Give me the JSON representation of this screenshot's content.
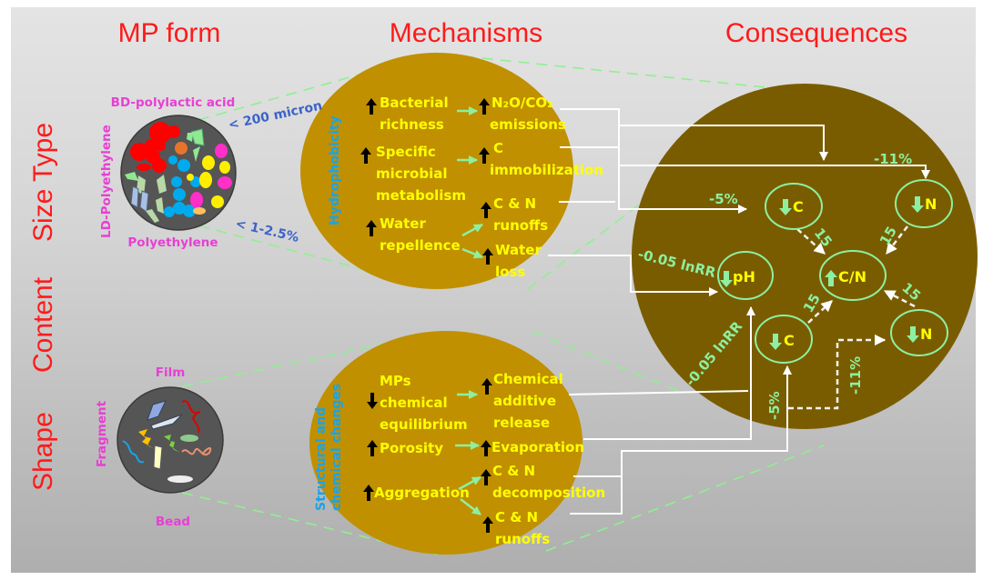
{
  "headers": {
    "mp_form": "MP form",
    "mechanisms": "Mechanisms",
    "consequences": "Consequences"
  },
  "side_labels": {
    "size": "Size",
    "type": "Type",
    "content": "Content",
    "shape": "Shape"
  },
  "mp_type_labels": {
    "bd_pla": "BD-polylactic acid",
    "ld_pe": "LD-Polyethylene",
    "pe": "Polyethylene",
    "size_threshold": "< 200 micron",
    "content_threshold": "< 1-2.5%"
  },
  "mp_shape_labels": {
    "film": "Film",
    "fragment": "Fragment",
    "bead": "Bead"
  },
  "mechanism_groups": {
    "hydrophobicity": "Hydrophobicity",
    "structural_line1": "Structural and",
    "structural_line2": "chemical changes"
  },
  "colors": {
    "header_red": "#ff1a1a",
    "mechanism_circle": "#c09000",
    "consequence_circle": "#7a5c00",
    "mechanism_text": "#ffff00",
    "effect_green": "#8cf0a0",
    "mp_label_pink": "#e83fd3",
    "group_label_cyan": "#1aa3e8"
  },
  "top_mechanisms": {
    "causes": [
      {
        "lines": [
          "Bacterial",
          "richness"
        ],
        "direction": "up"
      },
      {
        "lines": [
          "Specific",
          "microbial",
          "metabolism"
        ],
        "direction": "up"
      },
      {
        "lines": [
          "Water",
          "repellence"
        ],
        "direction": "up"
      }
    ],
    "effects": [
      {
        "lines": [
          "N₂O/CO₂",
          "emissions"
        ],
        "direction": "up"
      },
      {
        "lines": [
          "C",
          "immobilization"
        ],
        "direction": "up"
      },
      {
        "lines": [
          "C & N",
          "runoffs"
        ],
        "direction": "up"
      },
      {
        "lines": [
          "Water",
          "loss"
        ],
        "direction": "up"
      }
    ]
  },
  "bottom_mechanisms": {
    "causes": [
      {
        "lines": [
          "MPs",
          "chemical",
          "equilibrium"
        ],
        "direction": "down"
      },
      {
        "lines": [
          "Porosity"
        ],
        "direction": "up"
      },
      {
        "lines": [
          "Aggregation"
        ],
        "direction": "up"
      }
    ],
    "effects": [
      {
        "lines": [
          "Chemical",
          "additive",
          "release"
        ],
        "direction": "up"
      },
      {
        "lines": [
          "Evaporation"
        ],
        "direction": "up"
      },
      {
        "lines": [
          "C & N",
          "decomposition"
        ],
        "direction": "up"
      },
      {
        "lines": [
          "C & N",
          "runoffs"
        ],
        "direction": "up"
      }
    ]
  },
  "consequence_nodes": [
    {
      "id": "c_top",
      "label": "C",
      "direction": "down"
    },
    {
      "id": "n_top",
      "label": "N",
      "direction": "down"
    },
    {
      "id": "ph",
      "label": "pH",
      "direction": "down"
    },
    {
      "id": "cn",
      "label": "C/N",
      "direction": "up"
    },
    {
      "id": "c_bot",
      "label": "C",
      "direction": "down"
    },
    {
      "id": "n_bot",
      "label": "N",
      "direction": "down"
    }
  ],
  "effect_sizes": {
    "n_top": "-11%",
    "c_top": "-5%",
    "ph_top": "-0.05 lnRR",
    "ph_bottom": "-0.05 lnRR",
    "c_bottom": "-5%",
    "n_bottom": "-11%",
    "c_top_to_cn": "15",
    "n_top_to_cn": "15",
    "c_bot_to_cn": "15",
    "n_bot_to_cn": "15"
  }
}
